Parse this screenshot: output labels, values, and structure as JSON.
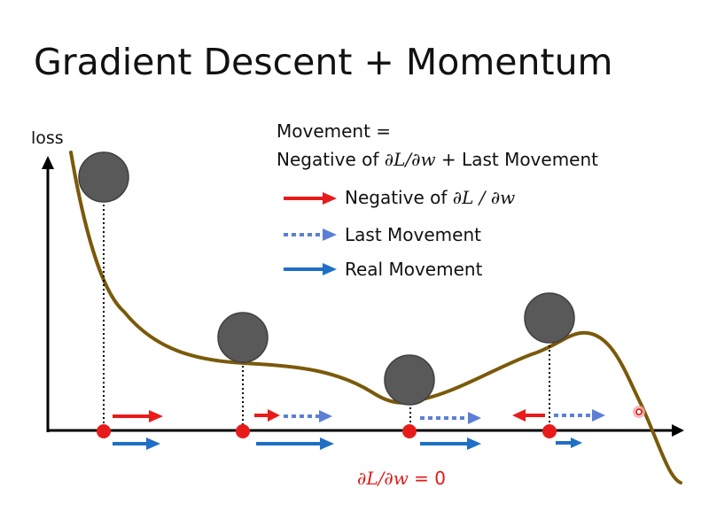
{
  "title": "Gradient Descent + Momentum",
  "axis": {
    "y_label": "loss"
  },
  "formula": {
    "line1": "Movement =",
    "line2_prefix": "Negative of ",
    "line2_math": "∂L/∂w",
    "line2_suffix": " + Last Movement"
  },
  "legend": [
    {
      "prefix": "Negative of ",
      "math": "∂L / ∂w",
      "style": "solid",
      "color": "#e81b1b"
    },
    {
      "prefix": "Last Movement",
      "math": "",
      "style": "dotted",
      "color": "#5b7fd6"
    },
    {
      "prefix": "Real Movement",
      "math": "",
      "style": "solid",
      "color": "#1f6fc5"
    }
  ],
  "zero_label": {
    "math": "∂L/∂w",
    "suffix": " = 0"
  },
  "colors": {
    "curve": "#7a5a0a",
    "ball": "#595959",
    "point": "#e81b1b",
    "gradient_arrow": "#e81b1b",
    "last_arrow": "#5b7fd6",
    "real_arrow": "#1f6fc5",
    "axis": "#000000"
  }
}
